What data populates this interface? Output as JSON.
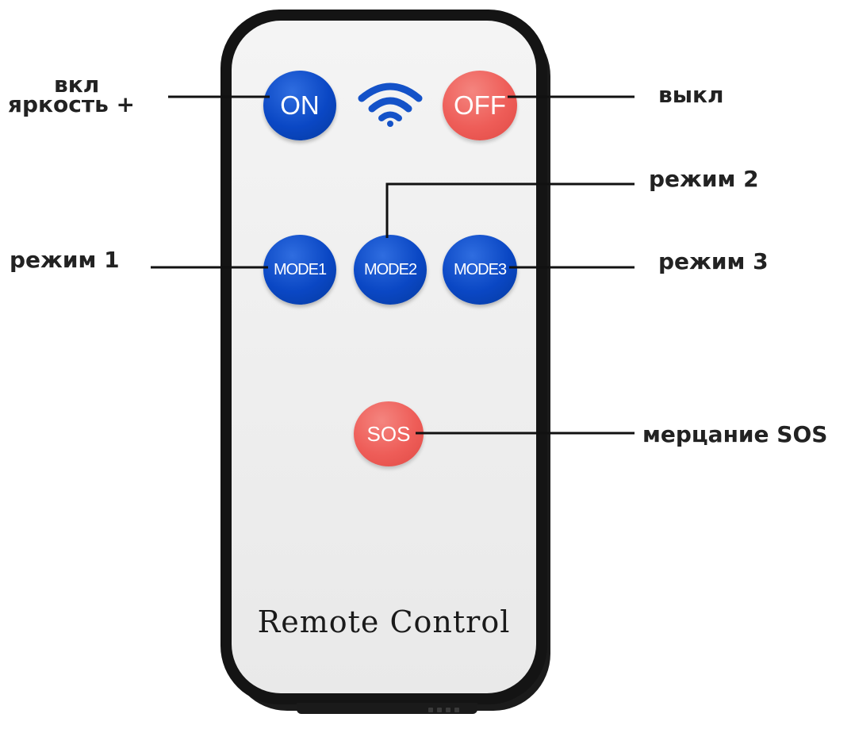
{
  "remote": {
    "buttons": {
      "on": "ON",
      "off": "OFF",
      "mode1": "MODE1",
      "mode2": "MODE2",
      "mode3": "MODE3",
      "sos": "SOS"
    },
    "signal_icon": "wifi-icon",
    "brand_text": "Remote Control"
  },
  "callouts": {
    "on_line1": "вкл",
    "on_line2": "яркость +",
    "off": "выкл",
    "mode1": "режим 1",
    "mode2": "режим 2",
    "mode3": "режим 3",
    "sos": "мерцание SOS"
  },
  "colors": {
    "blue_button": "#0a47c4",
    "red_button": "#ee5d58",
    "wifi_icon": "#1452c8",
    "remote_frame": "#141414"
  }
}
